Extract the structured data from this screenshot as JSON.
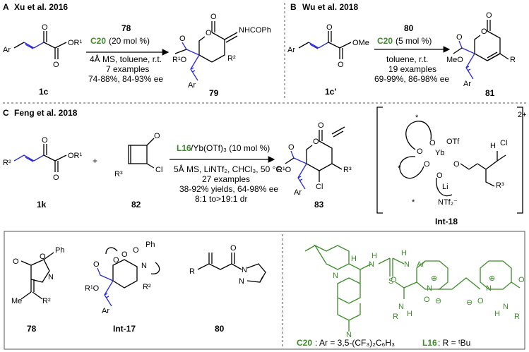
{
  "sectionA": {
    "letter": "A",
    "title": "Xu et al. 2016",
    "catalyst_number": "78",
    "catalyst_name": "C20",
    "catalyst_loading": "(20 mol %)",
    "conditions_line1": "4Å MS, toluene, r.t.",
    "conditions_line2": "7 examples",
    "conditions_line3": "74-88%, 84-93% ee",
    "substrate_label": "1c",
    "product_label": "79",
    "product_substituent": "NHCOPh"
  },
  "sectionB": {
    "letter": "B",
    "title": "Wu et al. 2018",
    "catalyst_number": "80",
    "catalyst_name": "C20",
    "catalyst_loading": "(5 mol %)",
    "conditions_line1": "toluene, r.t.",
    "conditions_line2": "19 examples",
    "conditions_line3": "69-99%, 86-98% ee",
    "substrate_label": "1c'",
    "product_label": "81"
  },
  "sectionC": {
    "letter": "C",
    "title": "Feng et al. 2018",
    "catalyst_name": "L16",
    "catalyst_metal": "/Yb(OTf)₃ (10 mol %)",
    "conditions_line1": "5Å MS, LiNTf₂, CHCl₃, 50 °C",
    "conditions_line2": "27 examples",
    "conditions_line3": "38-92% yields, 64-98% ee",
    "conditions_line4": "8:1 to>19:1 dr",
    "substrate1_label": "1k",
    "substrate2_label": "82",
    "product_label": "83",
    "intermediate_label": "Int-18",
    "charge": "2+"
  },
  "bottom": {
    "labels": [
      "78",
      "Int-17",
      "80"
    ],
    "c20_name": "C20",
    "c20_def": ": Ar = 3,5-(CF₃)₂C₆H₃",
    "l16_name": "L16",
    "l16_def": ": R = ᵗBu"
  },
  "colors": {
    "blue": "#2b2bd0",
    "green": "#3d8a2a"
  }
}
